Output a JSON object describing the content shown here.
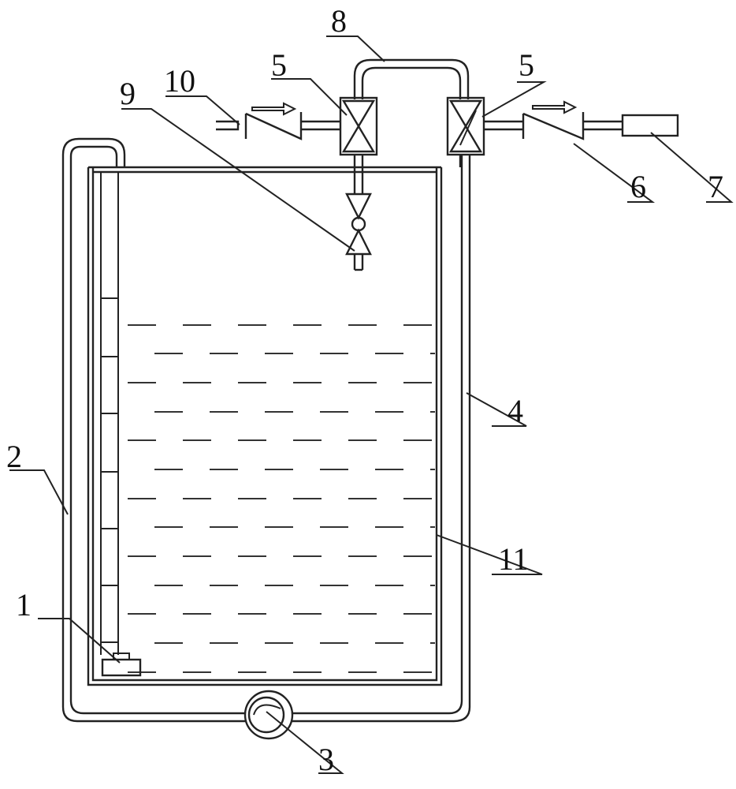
{
  "figure": {
    "labels": {
      "l1": "1",
      "l2": "2",
      "l3": "3",
      "l4": "4",
      "l5a": "5",
      "l5b": "5",
      "l6": "6",
      "l7": "7",
      "l8": "8",
      "l9": "9",
      "l10": "10",
      "l11": "11"
    }
  }
}
